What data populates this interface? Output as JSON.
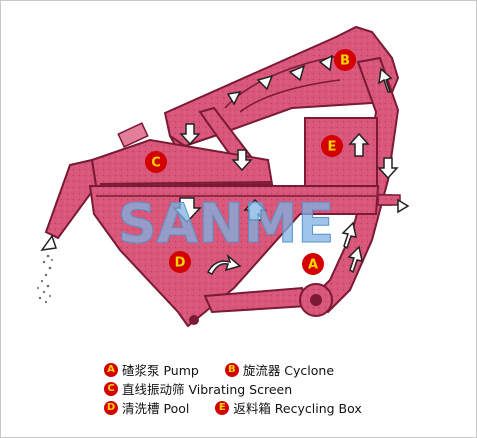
{
  "colors": {
    "machine_fill": "#d9577a",
    "machine_stroke": "#7a1a35",
    "badge_fill": "#d40000",
    "badge_text": "#ffd400",
    "watermark": "#7fb3e3",
    "arrow_fill": "#ffffff"
  },
  "watermark": "SANME",
  "labels": {
    "A": "A",
    "B": "B",
    "C": "C",
    "D": "D",
    "E": "E"
  },
  "legend": [
    {
      "letter": "A",
      "text": "碴浆泵 Pump"
    },
    {
      "letter": "B",
      "text": "旋流器 Cyclone"
    },
    {
      "letter": "C",
      "text": "直线振动筛 Vibrating Screen"
    },
    {
      "letter": "D",
      "text": "清洗槽 Pool"
    },
    {
      "letter": "E",
      "text": "返料箱 Recycling Box"
    }
  ]
}
